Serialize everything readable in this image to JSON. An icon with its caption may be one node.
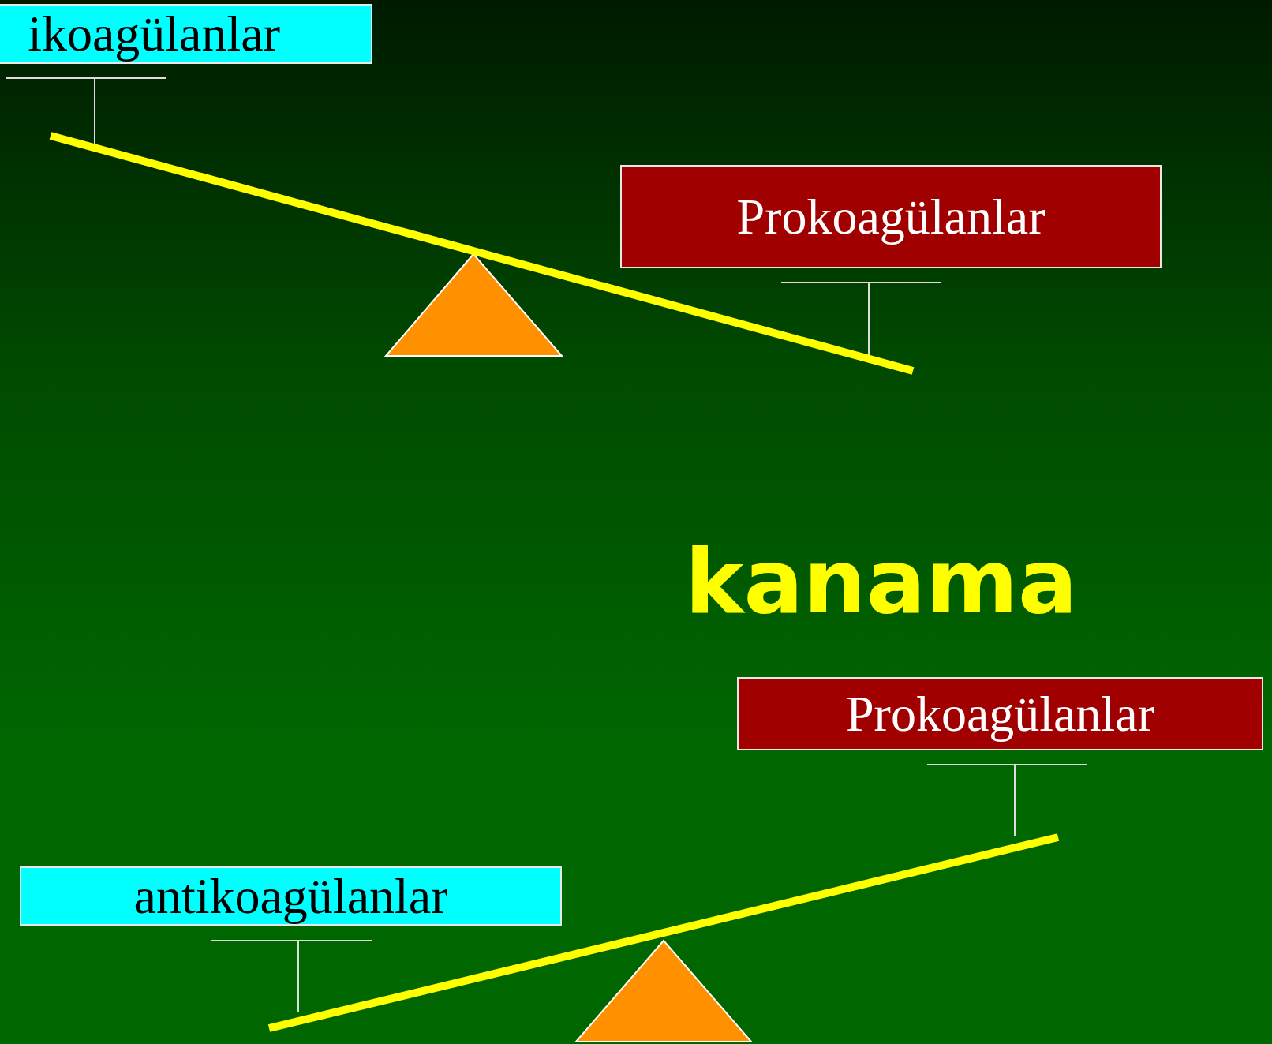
{
  "diagram": {
    "nodes": [
      {
        "text": [
          "ikoagülanlar"
        ]
      },
      {
        "text": [
          "Prokoagülanlar"
        ]
      },
      {
        "text": [
          "Prokoagülanlar"
        ]
      },
      {
        "text": [
          "antikoagülanlar"
        ]
      }
    ],
    "labels": [
      "kanama"
    ]
  }
}
